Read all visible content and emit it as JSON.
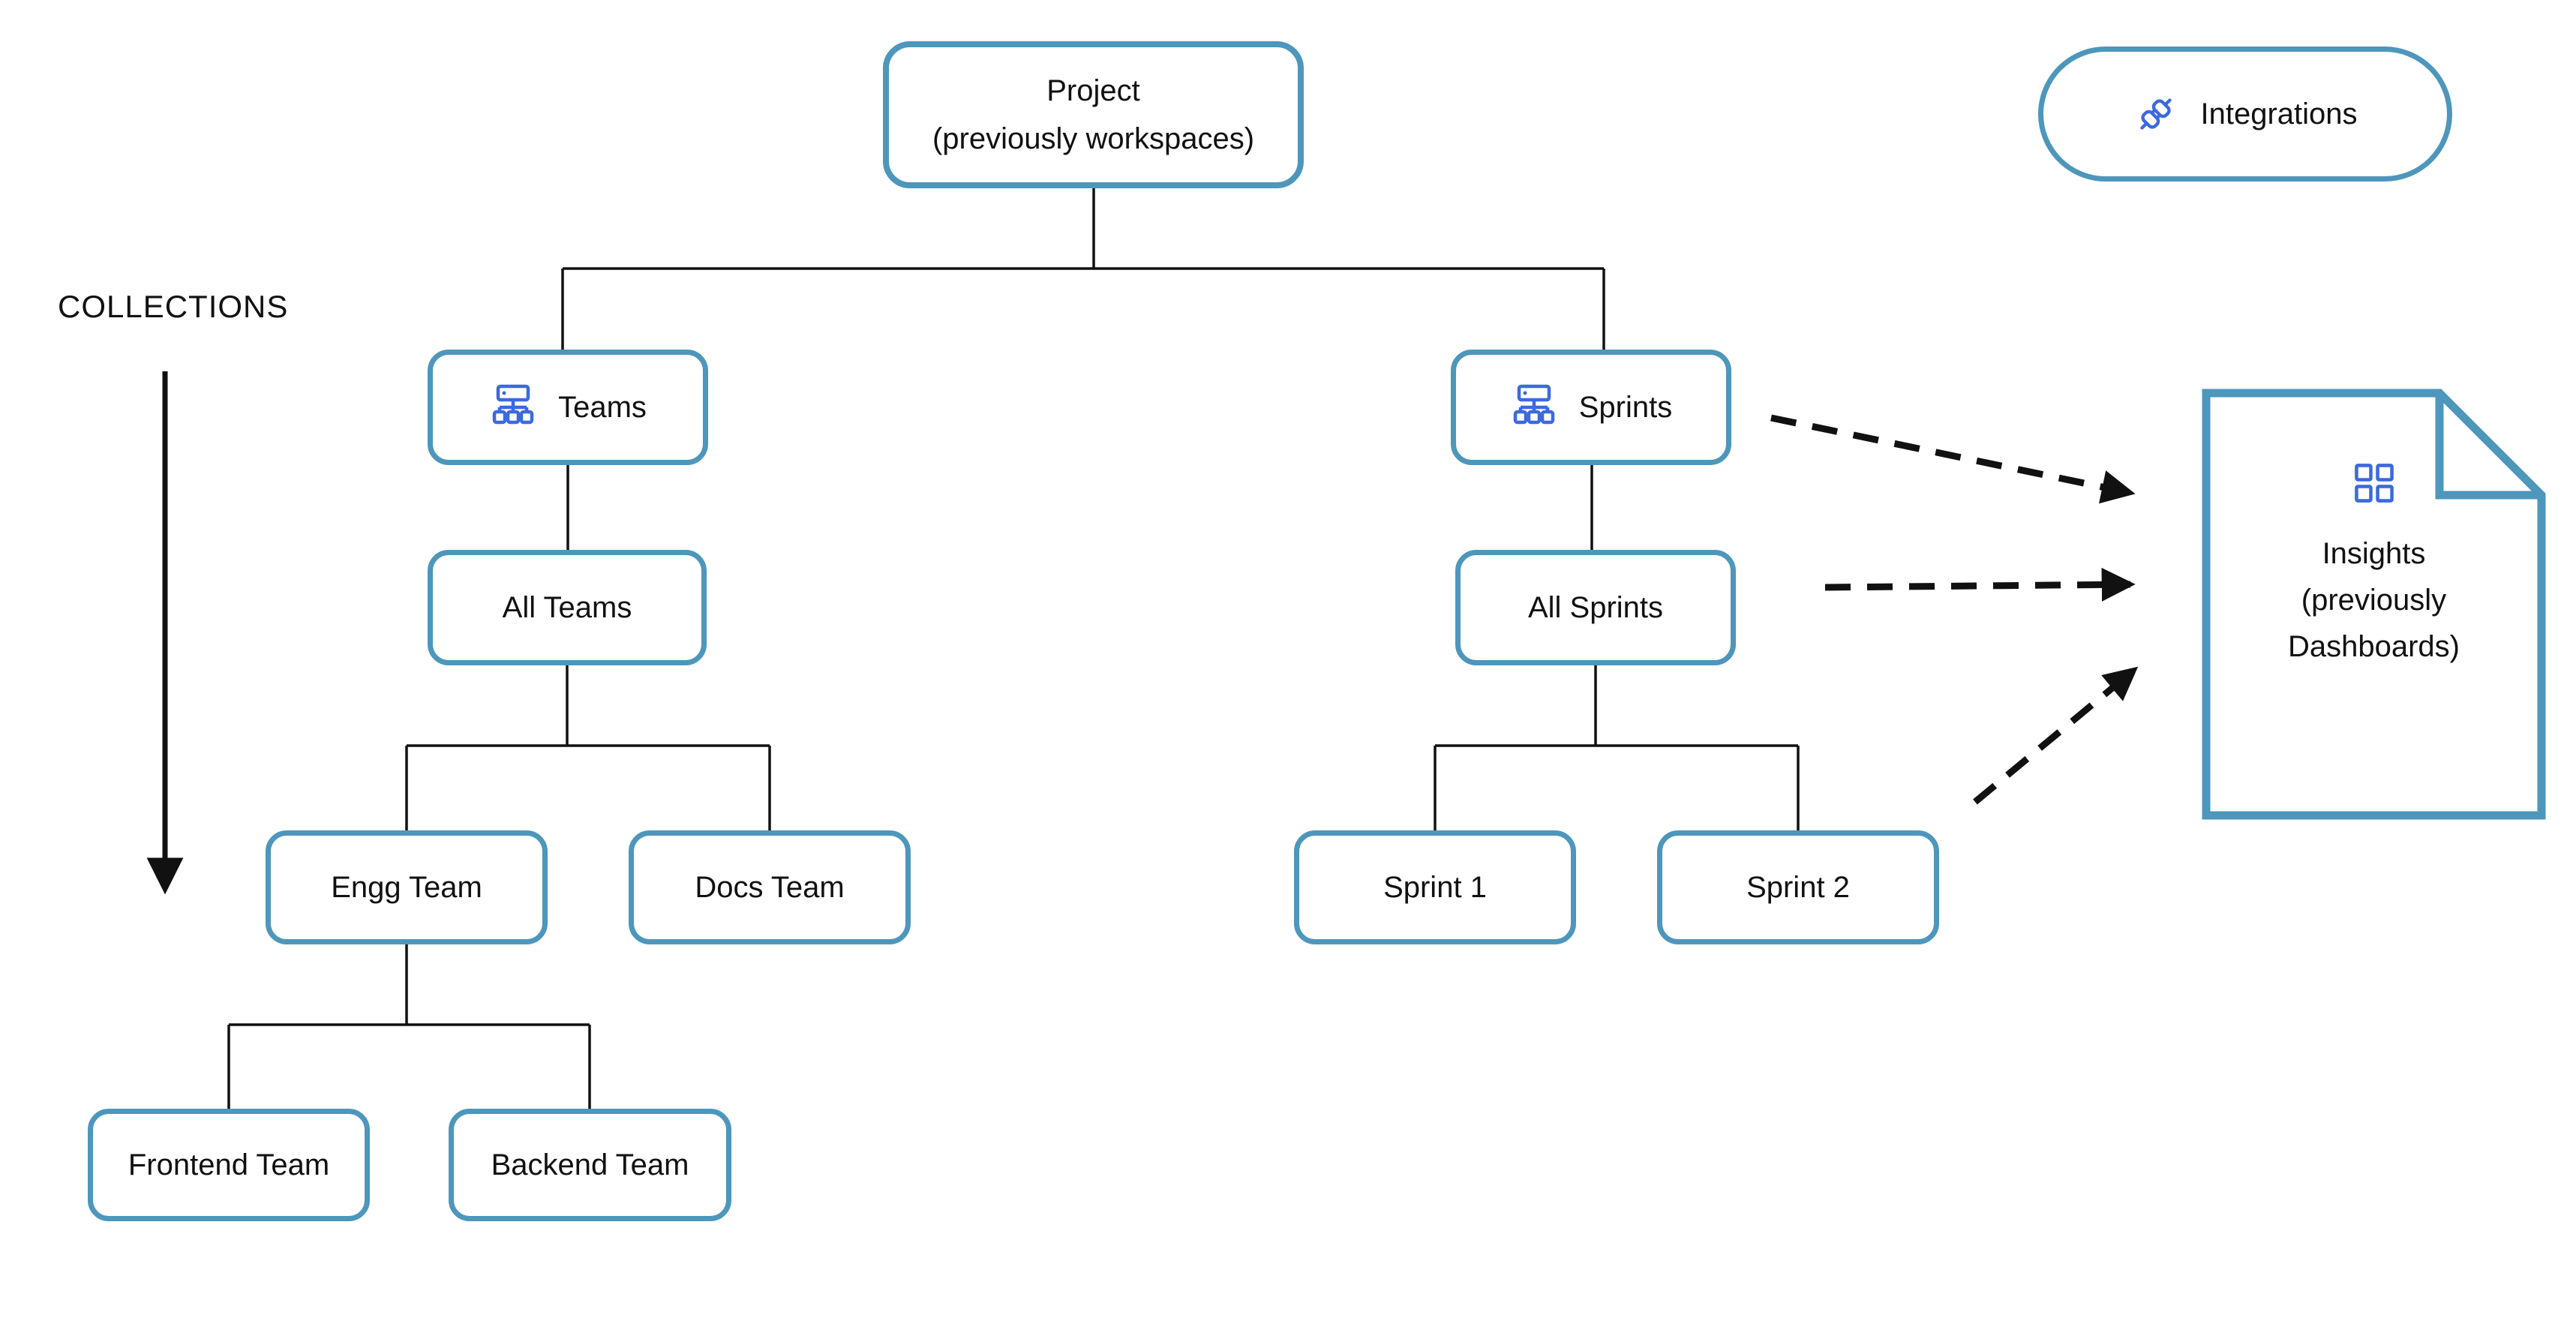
{
  "page": {
    "background": "#ffffff"
  },
  "colors": {
    "box_border": "#4D96BC",
    "icon_blue": "#3B69E0",
    "line_black": "#111111",
    "text": "#111111"
  },
  "collections": {
    "label": "COLLECTIONS"
  },
  "nodes": {
    "project": {
      "line1": "Project",
      "line2": "(previously workspaces)"
    },
    "teams": {
      "label": "Teams",
      "icon": "org-chart-icon"
    },
    "all_teams": {
      "label": "All Teams"
    },
    "engg_team": {
      "label": "Engg Team"
    },
    "docs_team": {
      "label": "Docs Team"
    },
    "frontend_team": {
      "label": "Frontend Team"
    },
    "backend_team": {
      "label": "Backend Team"
    },
    "sprints": {
      "label": "Sprints",
      "icon": "org-chart-icon"
    },
    "all_sprints": {
      "label": "All Sprints"
    },
    "sprint_1": {
      "label": "Sprint 1"
    },
    "sprint_2": {
      "label": "Sprint 2"
    }
  },
  "integrations": {
    "label": "Integrations",
    "icon": "plugs-icon"
  },
  "insights": {
    "line1": "Insights",
    "line2": "(previously",
    "line3": "Dashboards)",
    "icon": "dashboard-grid-icon"
  }
}
